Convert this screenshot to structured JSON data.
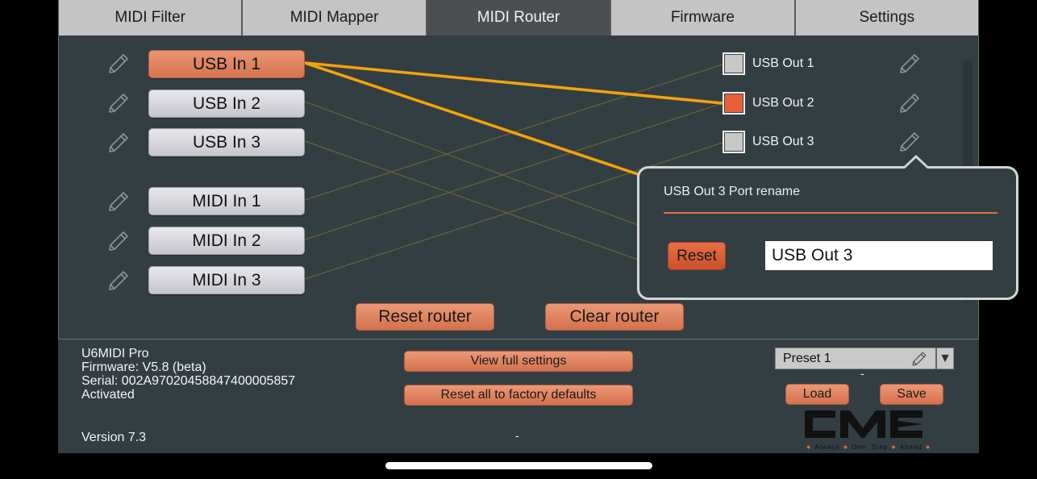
{
  "tabs": [
    {
      "label": "MIDI Filter",
      "active": false
    },
    {
      "label": "MIDI Mapper",
      "active": false
    },
    {
      "label": "MIDI Router",
      "active": true
    },
    {
      "label": "Firmware",
      "active": false
    },
    {
      "label": "Settings",
      "active": false
    }
  ],
  "router": {
    "inputs": [
      {
        "label": "USB In 1",
        "selected": true
      },
      {
        "label": "USB In 2",
        "selected": false
      },
      {
        "label": "USB In 3",
        "selected": false
      },
      {
        "label": "MIDI In 1",
        "selected": false
      },
      {
        "label": "MIDI In 2",
        "selected": false
      },
      {
        "label": "MIDI In 3",
        "selected": false
      }
    ],
    "outputs": [
      {
        "label": "USB Out 1",
        "routed": false
      },
      {
        "label": "USB Out 2",
        "routed": true
      },
      {
        "label": "USB Out 3",
        "routed": false
      }
    ],
    "reset_label": "Reset router",
    "clear_label": "Clear router",
    "colors": {
      "active_line": "#f5a30a",
      "faint_line": "#6b6232",
      "accent": "#e8603a"
    }
  },
  "popover": {
    "title": "USB Out 3 Port rename",
    "reset_label": "Reset",
    "input_value": "USB Out 3"
  },
  "footer": {
    "device": "U6MIDI Pro",
    "firmware": "Firmware: V5.8 (beta)",
    "serial": "Serial: 002A97020458847400005857",
    "status": "Activated",
    "version": "Version 7.3",
    "view_settings_label": "View full settings",
    "factory_reset_label": "Reset all to factory defaults",
    "center_dash": "-",
    "preset": {
      "name": "Preset 1",
      "dash": "-",
      "load_label": "Load",
      "save_label": "Save"
    },
    "logo": {
      "text": "CME",
      "tagline": [
        "Always",
        "One",
        "Step",
        "Ahead"
      ]
    }
  }
}
